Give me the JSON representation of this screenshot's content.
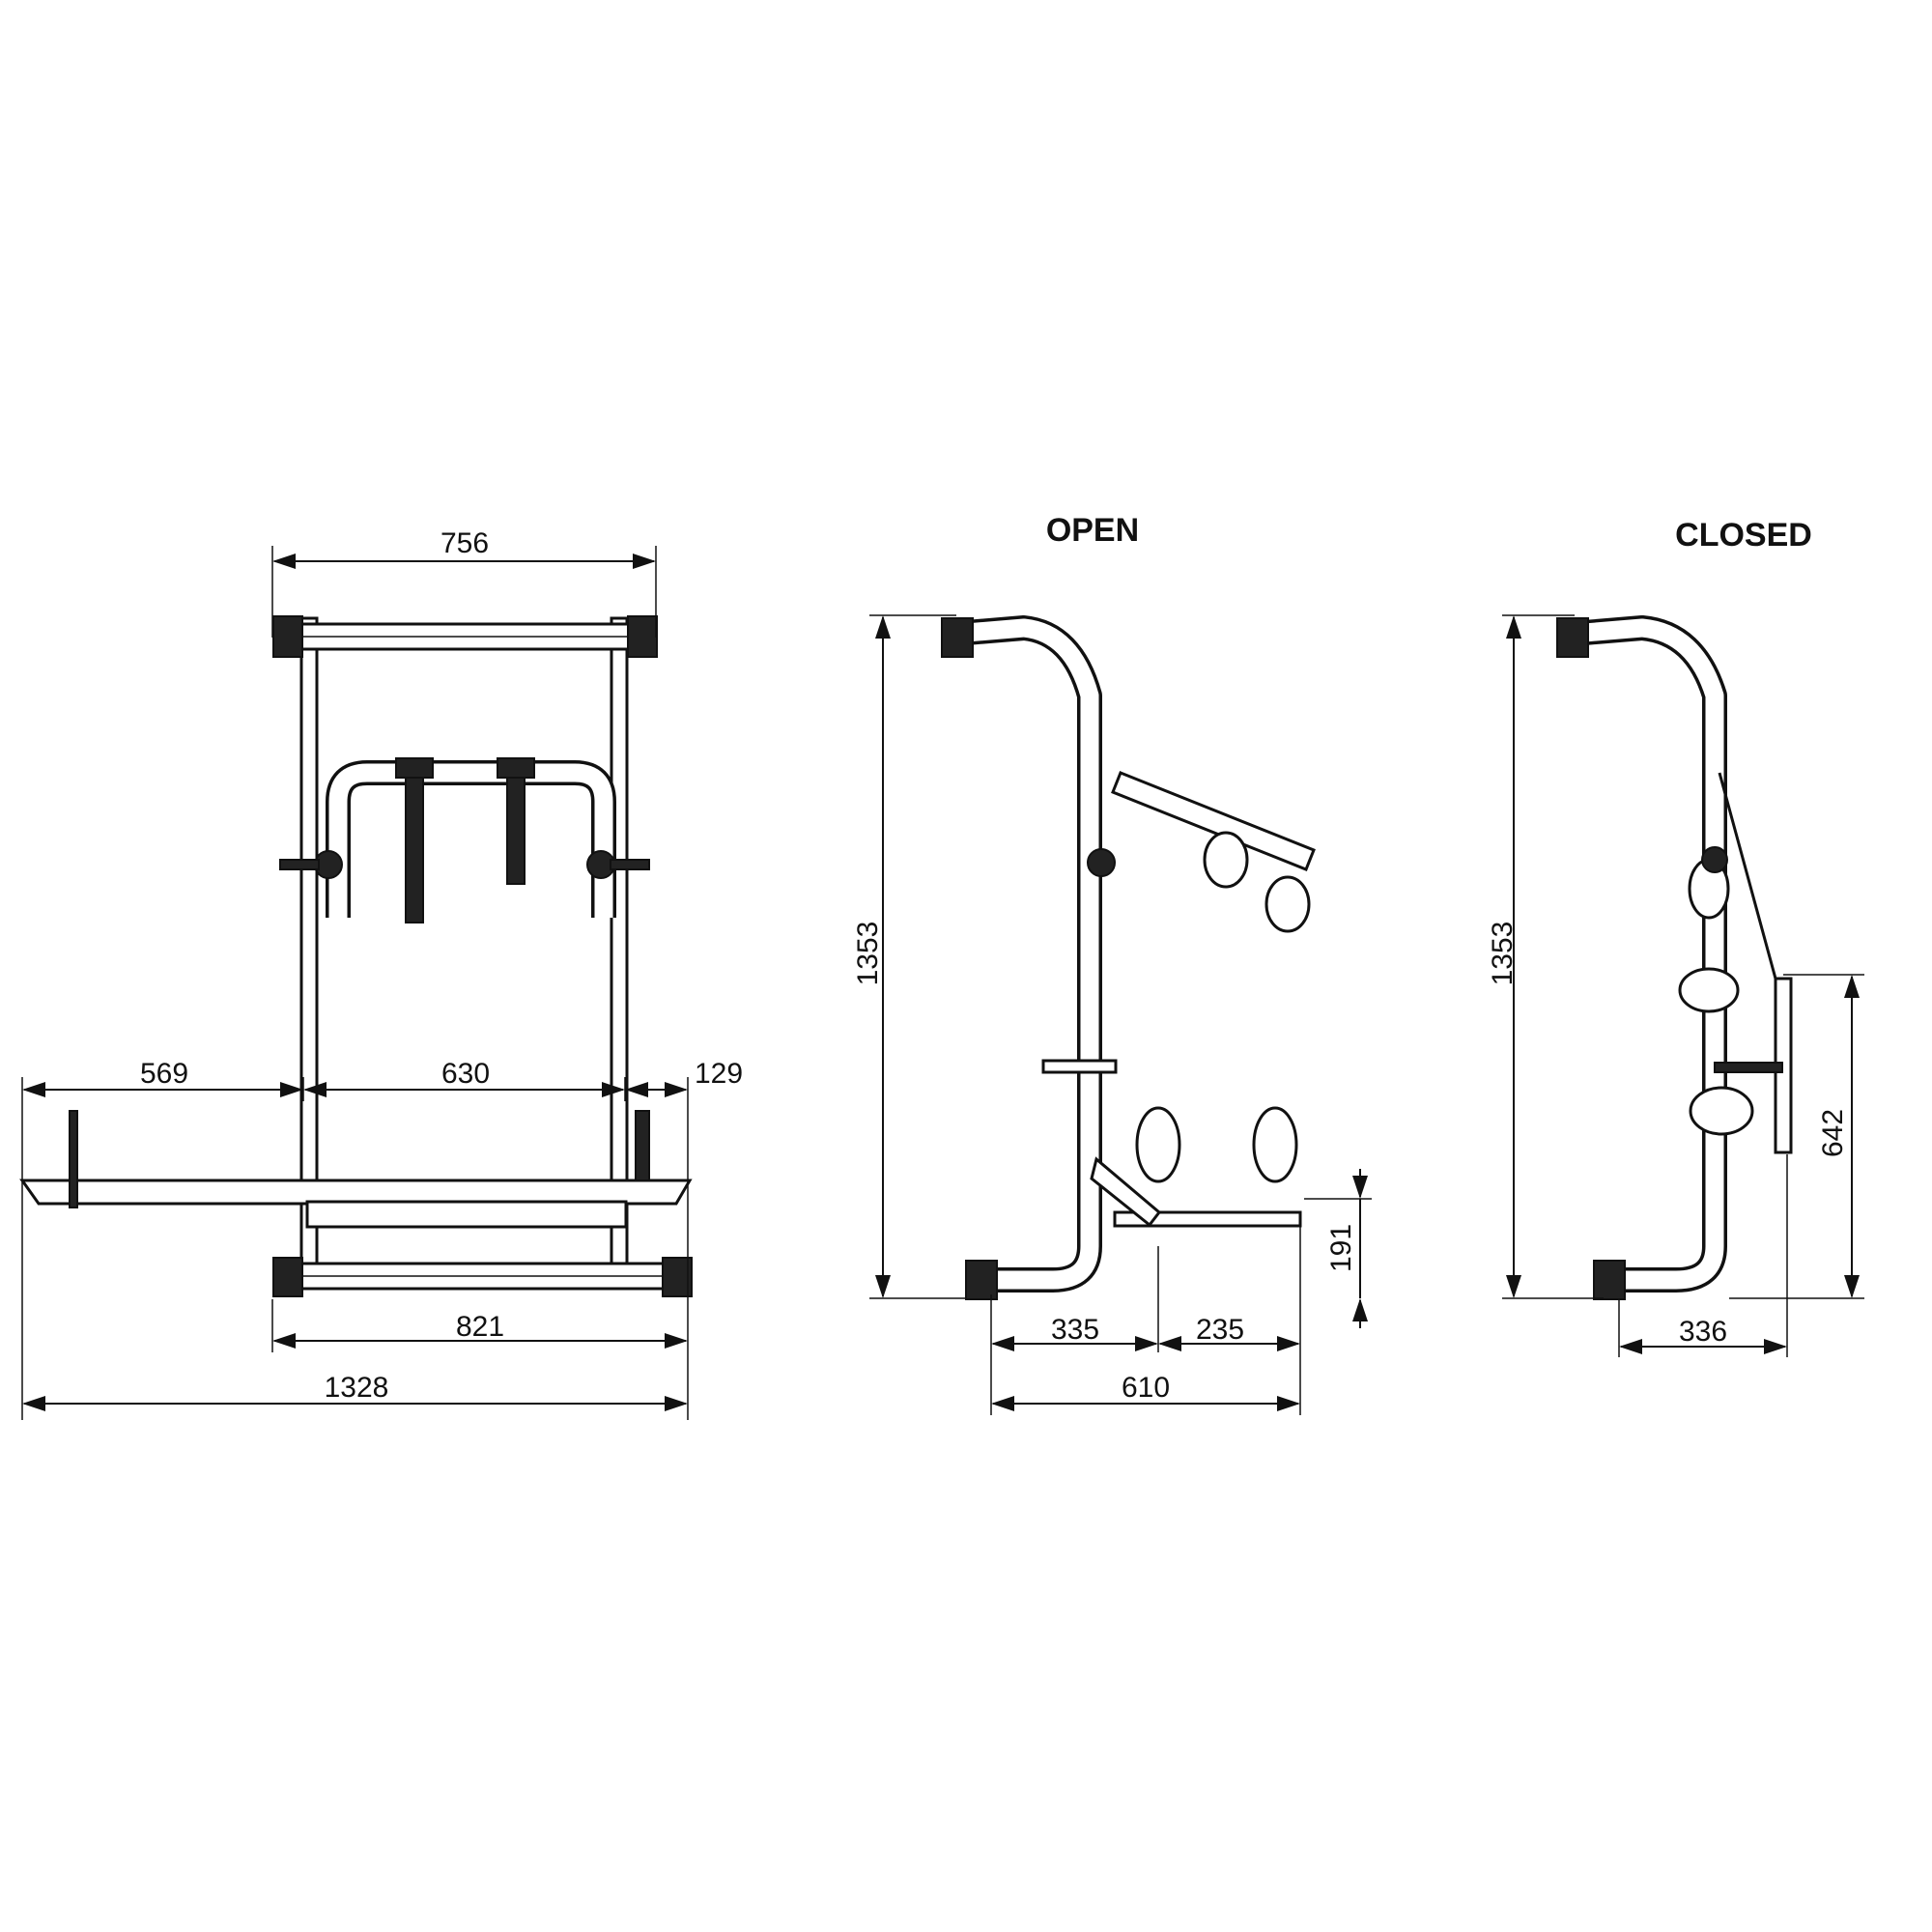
{
  "views": {
    "front": {
      "dimensions": {
        "top_width": "756",
        "left_overhang": "569",
        "center_span": "630",
        "right_overhang": "129",
        "bottom_width": "821",
        "total_width": "1328"
      }
    },
    "open": {
      "title": "OPEN",
      "dimensions": {
        "height": "1353",
        "depth_1": "335",
        "depth_2": "235",
        "total_depth": "610",
        "platform_height": "191"
      }
    },
    "closed": {
      "title": "CLOSED",
      "dimensions": {
        "height": "1353",
        "bracket_height": "642",
        "depth": "336"
      }
    }
  },
  "colors": {
    "line": "#111111",
    "background": "#ffffff"
  }
}
